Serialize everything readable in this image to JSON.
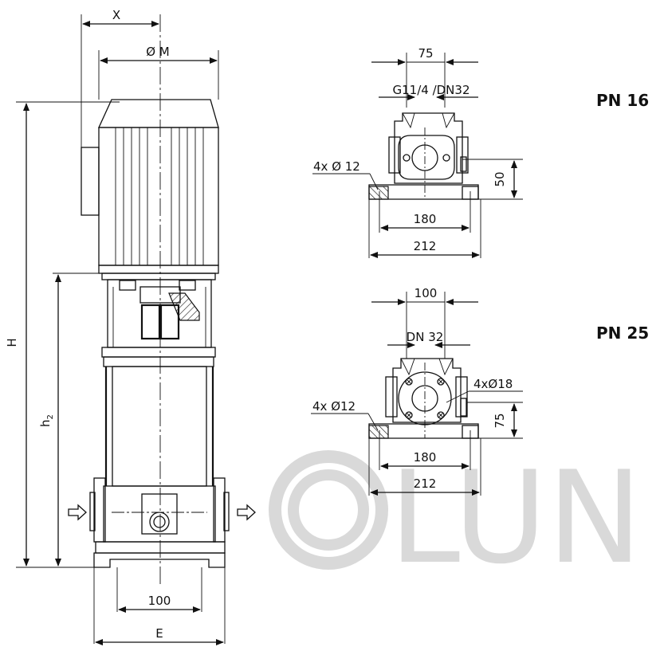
{
  "main_view": {
    "dims": {
      "x": "X",
      "m": "Ø M",
      "h": "H",
      "h2": "h",
      "h2_sub": "2",
      "base_100": "100",
      "e": "E"
    }
  },
  "pn16_view": {
    "label": "PN 16",
    "dims": {
      "top_75": "75",
      "thread": "G11/4 /DN32",
      "holes": "4x Ø 12",
      "height_50": "50",
      "w_180": "180",
      "w_212": "212"
    }
  },
  "pn25_view": {
    "label": "PN 25",
    "dims": {
      "top_100": "100",
      "dn": "DN 32",
      "holes_flange": "4xØ18",
      "holes": "4x Ø12",
      "height_75": "75",
      "w_180": "180",
      "w_212": "212"
    }
  },
  "watermark": {
    "text": "LUN",
    "color": "#d9d9d9"
  }
}
